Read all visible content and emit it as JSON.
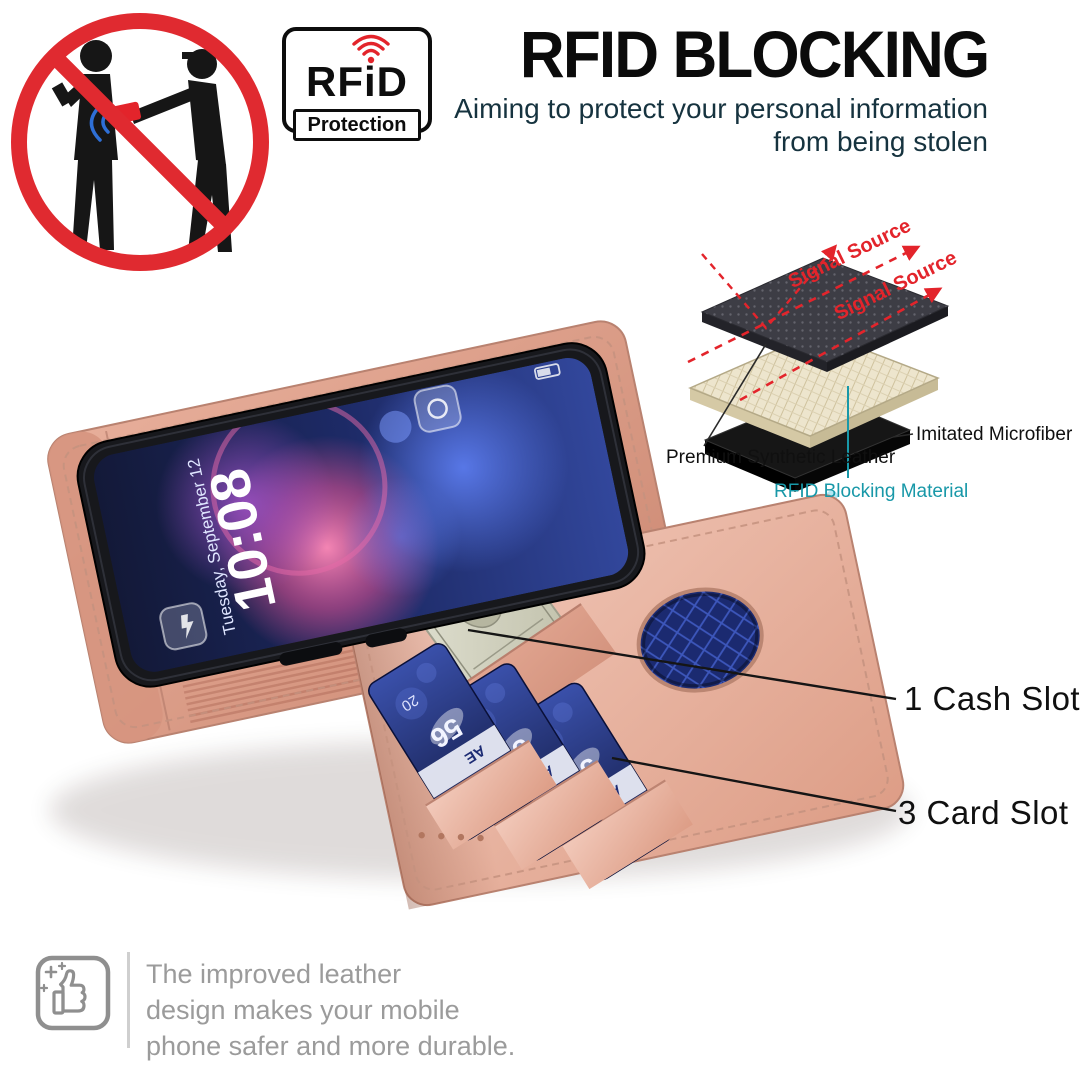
{
  "colors": {
    "accent_red": "#e3242b",
    "teal": "#1898a8",
    "rose": "#dda08f",
    "navy": "#1d2f7a"
  },
  "badge": {
    "brand": "RFiD",
    "label": "Protection"
  },
  "header": {
    "title": "RFID BLOCKING",
    "subtitle": [
      "Aiming to protect your personal information",
      "from being stolen"
    ]
  },
  "diagram": {
    "signal_source": "Signal Source",
    "layer_top": "Premium Synthetic Leather",
    "layer_middle": "RFID Blocking Material",
    "layer_bottom": "Imitated Microfiber"
  },
  "phone": {
    "time": "10:08",
    "date": "Tuesday, September 12"
  },
  "card": {
    "digits": "56",
    "year": "20",
    "brand": "AE"
  },
  "callouts": {
    "cash_slot": "1 Cash Slot",
    "card_slot": "3 Card Slot"
  },
  "footer": {
    "lines": [
      "The improved leather",
      "design makes your mobile",
      "phone safer and more durable."
    ]
  }
}
